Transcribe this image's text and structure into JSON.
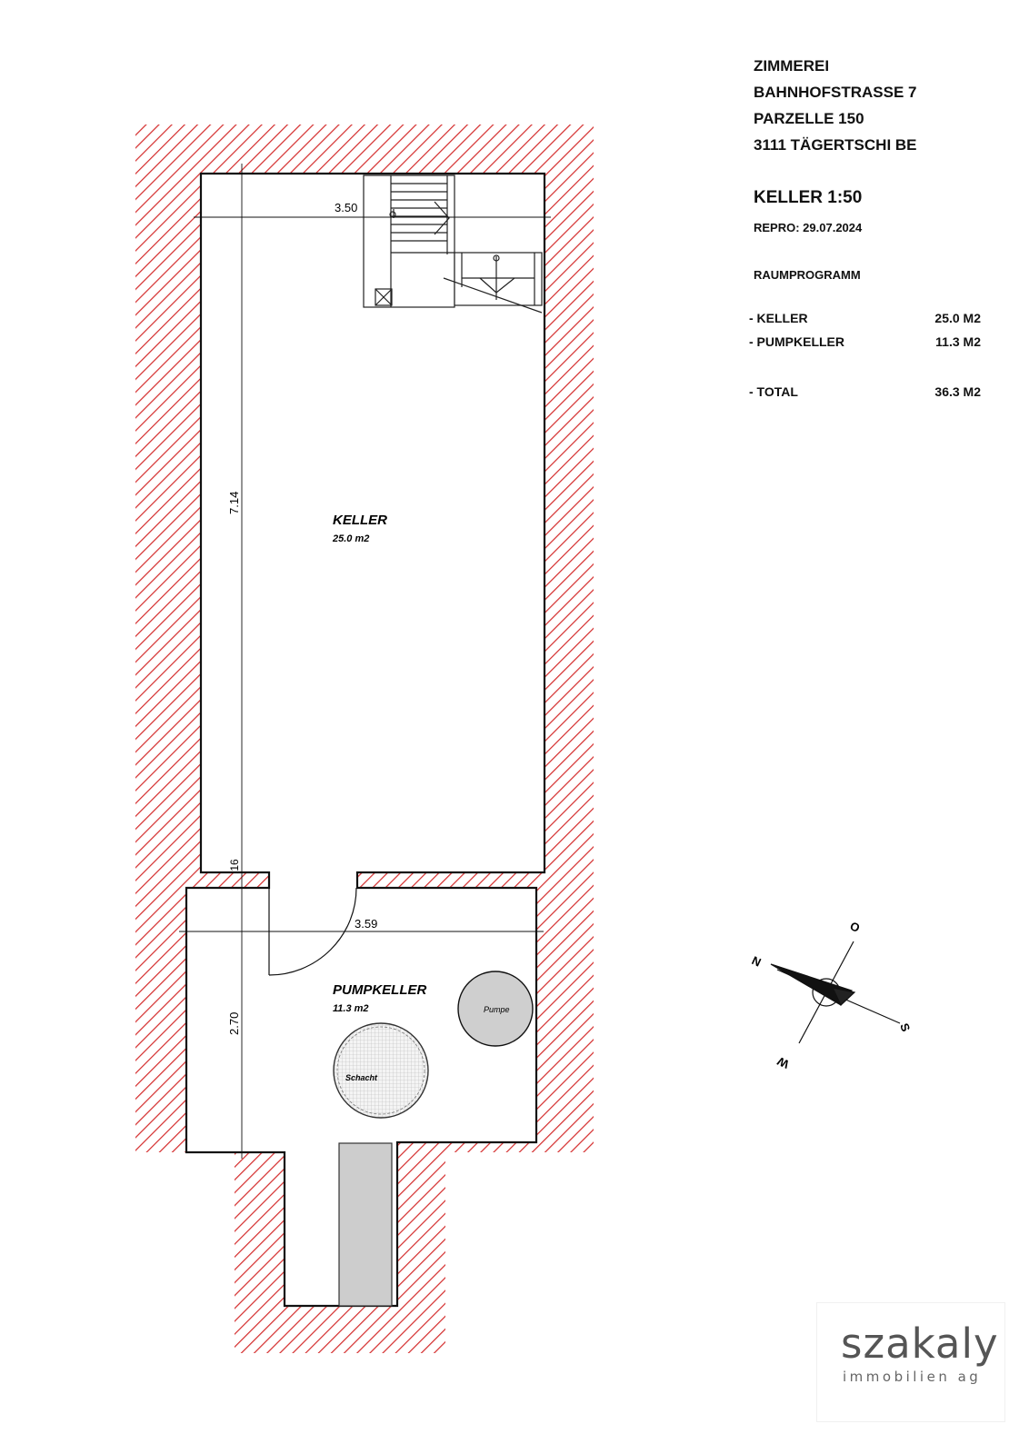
{
  "header": {
    "line1": "ZIMMEREI",
    "line2": "BAHNHOFSTRASSE 7",
    "line3": "PARZELLE 150",
    "line4": "3111 TÄGERTSCHI BE"
  },
  "plan_title": "KELLER 1:50",
  "repro": "REPRO: 29.07.2024",
  "raumprogramm": {
    "heading": "RAUMPROGRAMM",
    "rows": [
      {
        "label": "- KELLER",
        "value": "25.0 M2"
      },
      {
        "label": "- PUMPKELLER",
        "value": "11.3 M2"
      },
      {
        "label": "- TOTAL",
        "value": "36.3 M2"
      }
    ]
  },
  "rooms": {
    "keller": {
      "name": "KELLER",
      "area": "25.0 m2"
    },
    "pumpkeller": {
      "name": "PUMPKELLER",
      "area": "11.3 m2"
    }
  },
  "dimensions": {
    "keller_width": "3.50",
    "keller_length": "7.14",
    "wall": ".16",
    "pump_width": "3.59",
    "pump_length": "2.70"
  },
  "fixtures": {
    "pumpe": "Pumpe",
    "schacht": "Schacht"
  },
  "compass": {
    "n": "N",
    "o": "O",
    "s": "S",
    "w": "W"
  },
  "logo": {
    "main": "szakaly",
    "sub": "immobilien ag"
  },
  "colors": {
    "hatch": "#d42b2b",
    "pump": "#cfcfcf",
    "channel": "#cdcdcd"
  }
}
